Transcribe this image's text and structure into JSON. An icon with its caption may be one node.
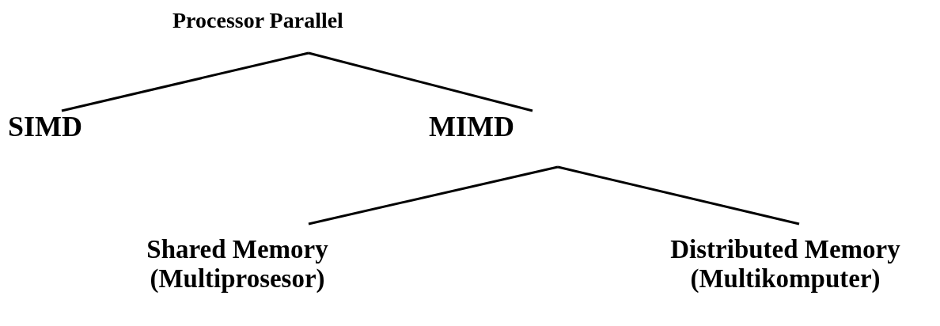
{
  "diagram": {
    "nodes": [
      {
        "text": [
          "Processor Parallel"
        ]
      },
      {
        "text": [
          "SIMD"
        ]
      },
      {
        "text": [
          "MIMD"
        ]
      },
      {
        "text": [
          "Shared Memory (Multiprosesor)"
        ]
      },
      {
        "text": [
          "Distributed Memory (Multikomputer)"
        ]
      }
    ],
    "edges": [
      {
        "from": 0,
        "to": 1,
        "arrow": "none"
      },
      {
        "from": 0,
        "to": 2,
        "arrow": "none"
      },
      {
        "from": 2,
        "to": 3,
        "arrow": "none"
      },
      {
        "from": 2,
        "to": 4,
        "arrow": "none"
      }
    ]
  }
}
